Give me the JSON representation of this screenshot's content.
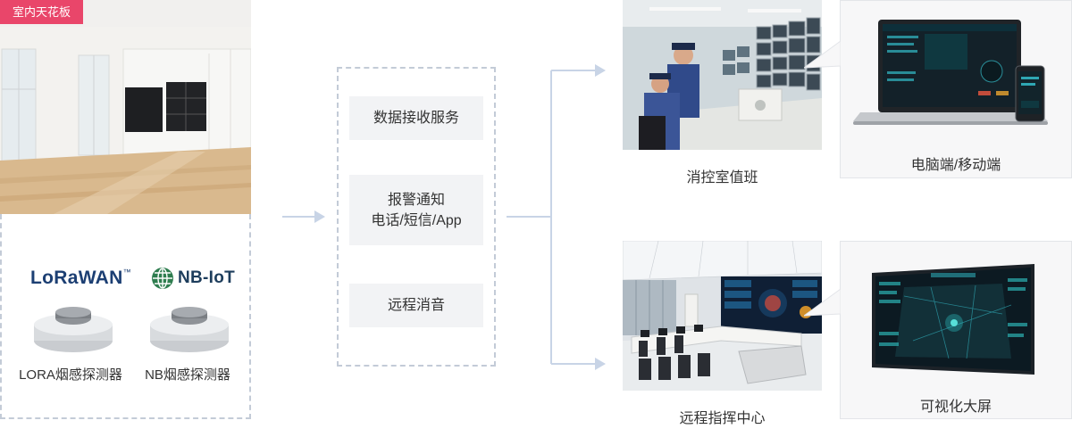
{
  "left": {
    "tag": "室内天花板",
    "logos": {
      "lora": "LoRaWAN",
      "lora_tm": "™",
      "nbiot": "NB-IoT"
    },
    "detectors": [
      {
        "label": "LORA烟感探测器"
      },
      {
        "label": "NB烟感探测器"
      }
    ]
  },
  "services": {
    "items": [
      {
        "lines": [
          "数据接收服务"
        ]
      },
      {
        "lines": [
          "报警通知",
          "电话/短信/App"
        ]
      },
      {
        "lines": [
          "远程消音"
        ]
      }
    ]
  },
  "outputs": {
    "control_room": "消控室值班",
    "devices": "电脑端/移动端",
    "command_center": "远程指挥中心",
    "big_screen": "可视化大屏"
  },
  "colors": {
    "tag": "#e9466a",
    "arrow": "#c8d4e6",
    "dashed_border": "#c3cbd7",
    "service_bg": "#f2f3f5"
  }
}
